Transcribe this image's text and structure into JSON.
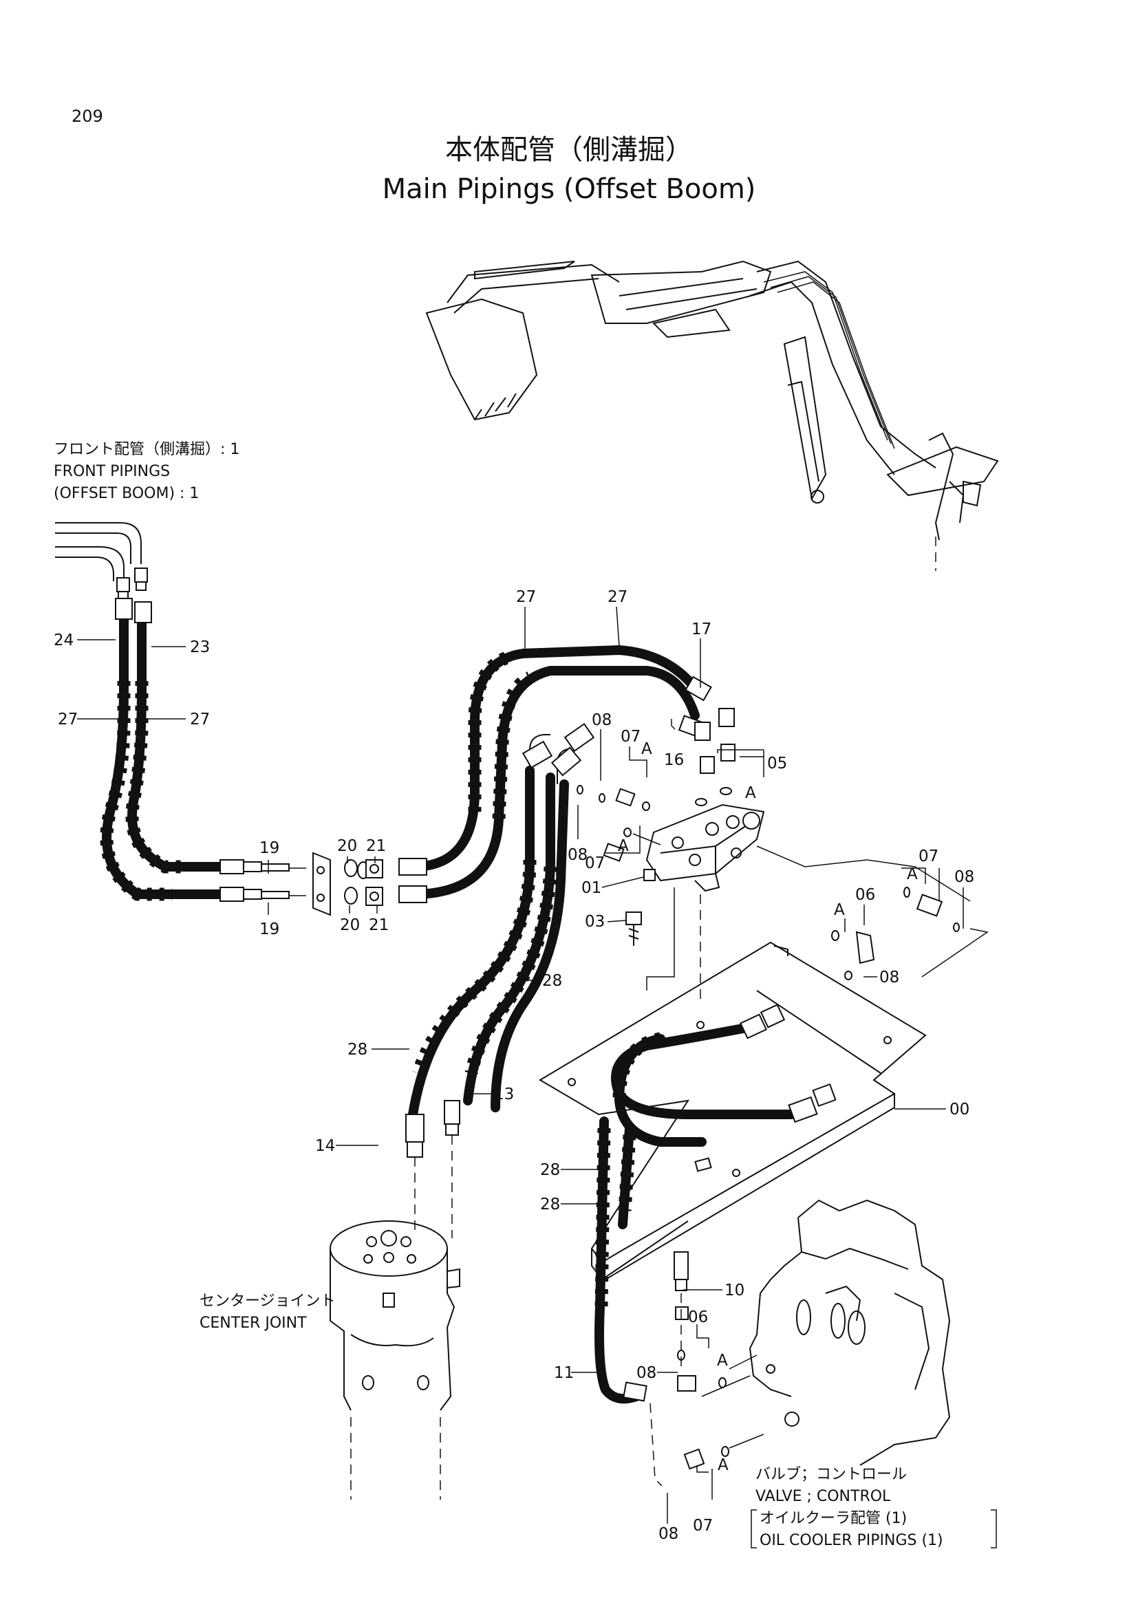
{
  "page_number": "209",
  "title_jp": "本体配管（側溝掘）",
  "title_en": "Main Pipings (Offset Boom)",
  "notes": {
    "front_jp": "フロント配管（側溝掘）: 1",
    "front_en1": "FRONT PIPINGS",
    "front_en2": "(OFFSET BOOM) : 1",
    "center_jp": "センタージョイント",
    "center_en": "CENTER JOINT",
    "valve_jp": "バルブ；コントロール",
    "valve_en": "VALVE ; CONTROL",
    "oil_jp": "オイルクーラ配管 (1)",
    "oil_en": "OIL COOLER PIPINGS (1)"
  },
  "callouts": {
    "c27a": "27",
    "c27b": "27",
    "c17": "17",
    "c24": "24",
    "c23": "23",
    "c27c": "27",
    "c27d": "27",
    "c08a": "08",
    "c07a": "07",
    "cA1": "A",
    "c16": "16",
    "c05": "05",
    "cA2": "A",
    "c08b": "08",
    "cA3": "A",
    "c07b": "07",
    "c19a": "19",
    "c20a": "20",
    "c21a": "21",
    "c01": "01",
    "c07c": "07",
    "c08c": "08",
    "cA4": "A",
    "c06a": "06",
    "cA5": "A",
    "c03": "03",
    "c19b": "19",
    "c20b": "20",
    "c21b": "21",
    "c08d": "08",
    "c28a": "28",
    "c28b": "28",
    "c13": "13",
    "c00": "00",
    "c14": "14",
    "c28c": "28",
    "c28d": "28",
    "c10": "10",
    "c06b": "06",
    "c08e": "08",
    "cA6": "A",
    "c11": "11",
    "cA7": "A",
    "c08f": "08",
    "c07d": "07"
  }
}
